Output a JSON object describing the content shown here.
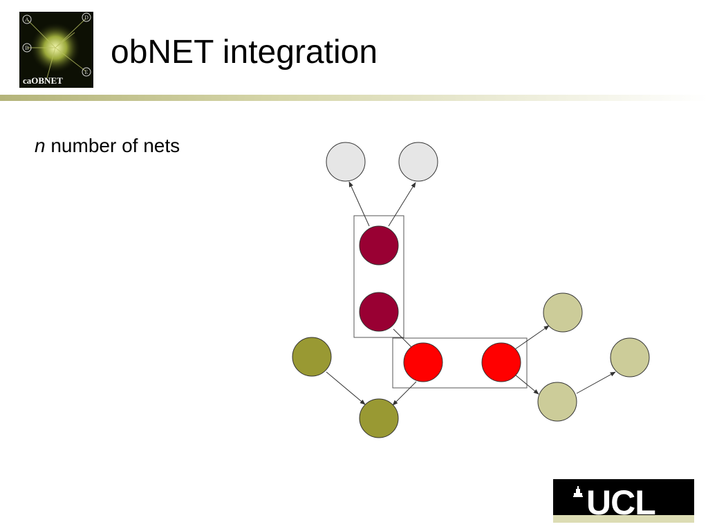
{
  "header": {
    "title": "obNET integration",
    "logo": {
      "text": "caOBNET",
      "letters": [
        "A",
        "B",
        "D",
        "E"
      ]
    }
  },
  "content": {
    "subtitle_italic": "n",
    "subtitle_rest": " number of nets"
  },
  "footer": {
    "logo_text": "UCL"
  },
  "colors": {
    "light_gray_node": "#e6e6e6",
    "maroon_node": "#990033",
    "red_node": "#ff0000",
    "olive_node": "#999933",
    "khaki_node": "#cccc99",
    "title_rule": "#c8c896"
  }
}
